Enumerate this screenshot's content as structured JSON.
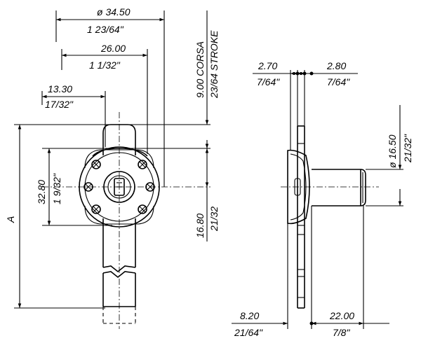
{
  "front_view": {
    "dim_diameter_mm": "ø 34.50",
    "dim_diameter_in": "1 23/64\"",
    "dim_width_mm": "26.00",
    "dim_width_in": "1 1/32\"",
    "dim_offset_mm": "13.30",
    "dim_offset_in": "17/32\"",
    "dim_height_mm": "32.80",
    "dim_height_in": "1 9/32\"",
    "dim_a": "A",
    "dim_lower_mm": "16.80",
    "dim_lower_in": "21/32",
    "dim_stroke_mm": "9.00 CORSA",
    "dim_stroke_in": "23/64 STROKE"
  },
  "side_view": {
    "dim_left_mm": "2.70",
    "dim_left_in": "7/64\"",
    "dim_right_mm": "2.80",
    "dim_right_in": "7/64\"",
    "dim_diameter_mm": "ø 16.50",
    "dim_diameter_in": "21/32\"",
    "dim_front_mm": "8.20",
    "dim_front_in": "21/64\"",
    "dim_body_mm": "22.00",
    "dim_body_in": "7/8\""
  },
  "colors": {
    "ink": "#000000",
    "paper": "#ffffff"
  }
}
